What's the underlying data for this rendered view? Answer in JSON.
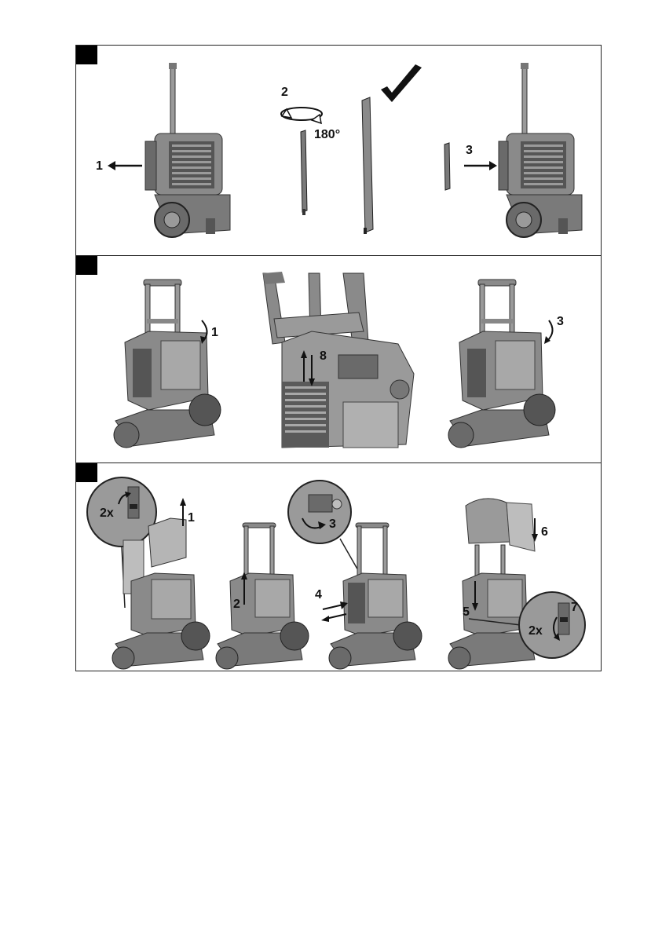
{
  "panels": [
    {
      "steps": {
        "s1": "1",
        "s2": "2",
        "s3": "3",
        "angle": "180°"
      }
    },
    {
      "steps": {
        "s1": "1",
        "s8": "8",
        "s3": "3"
      }
    },
    {
      "steps": {
        "zoom_left": "2x",
        "s1": "1",
        "s2": "2",
        "s3": "3",
        "s4": "4",
        "s5": "5",
        "s6": "6",
        "s7": "7",
        "zoom_right": "2x"
      }
    }
  ],
  "colors": {
    "frame": "#222222",
    "device": "#8a8a8a",
    "dark": "#3a3a3a",
    "light": "#bdbdbd"
  }
}
